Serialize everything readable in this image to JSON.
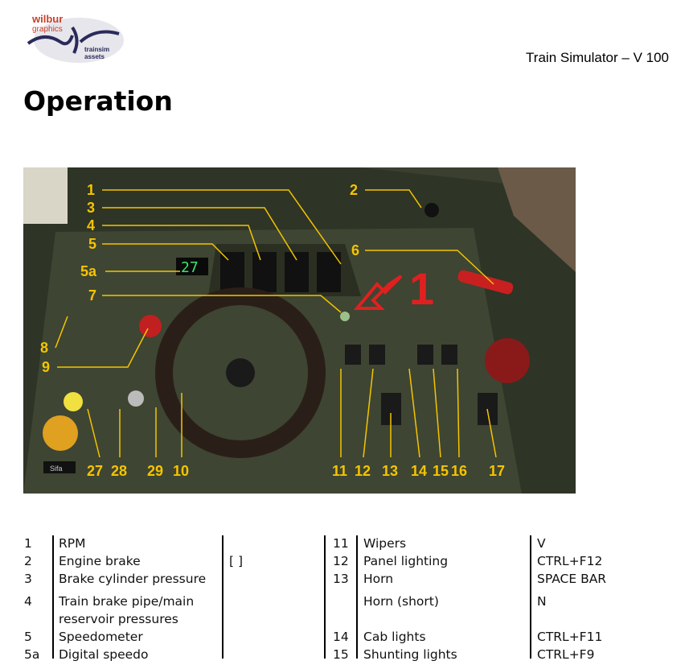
{
  "logo": {
    "line1": "wilbur",
    "line2": "graphics",
    "line3": "trainsim",
    "line4": "assets"
  },
  "header": {
    "title": "Train Simulator – V 100"
  },
  "page_title": "Operation",
  "figure": {
    "callouts": [
      "1",
      "2",
      "3",
      "4",
      "5",
      "5a",
      "6",
      "7",
      "8",
      "9",
      "27",
      "28",
      "29",
      "10",
      "11",
      "12",
      "13",
      "14",
      "15",
      "16",
      "17"
    ],
    "speedo_reading": "27",
    "arrow_label": "1",
    "sifa_label": "Sifa"
  },
  "table": {
    "left": [
      {
        "num": "1",
        "name": "RPM",
        "key": ""
      },
      {
        "num": "2",
        "name": "Engine brake",
        "key": "[ ]"
      },
      {
        "num": "3",
        "name": "Brake cylinder pressure",
        "key": ""
      },
      {
        "num": "4",
        "name": "Train brake pipe/main",
        "name2": "reservoir pressures",
        "key": ""
      },
      {
        "num": "5",
        "name": "Speedometer",
        "key": ""
      },
      {
        "num": "5a",
        "name": "Digital speedo",
        "key": ""
      }
    ],
    "right": [
      {
        "num": "11",
        "name": "Wipers",
        "key": "V"
      },
      {
        "num": "12",
        "name": "Panel lighting",
        "key": "CTRL+F12"
      },
      {
        "num": "13",
        "name": "Horn",
        "key": "SPACE BAR"
      },
      {
        "num": "",
        "name": "Horn (short)",
        "key": "N"
      },
      {
        "num": "14",
        "name": "Cab lights",
        "key": "CTRL+F11"
      },
      {
        "num": "15",
        "name": "Shunting lights",
        "key": "CTRL+F9"
      }
    ]
  }
}
